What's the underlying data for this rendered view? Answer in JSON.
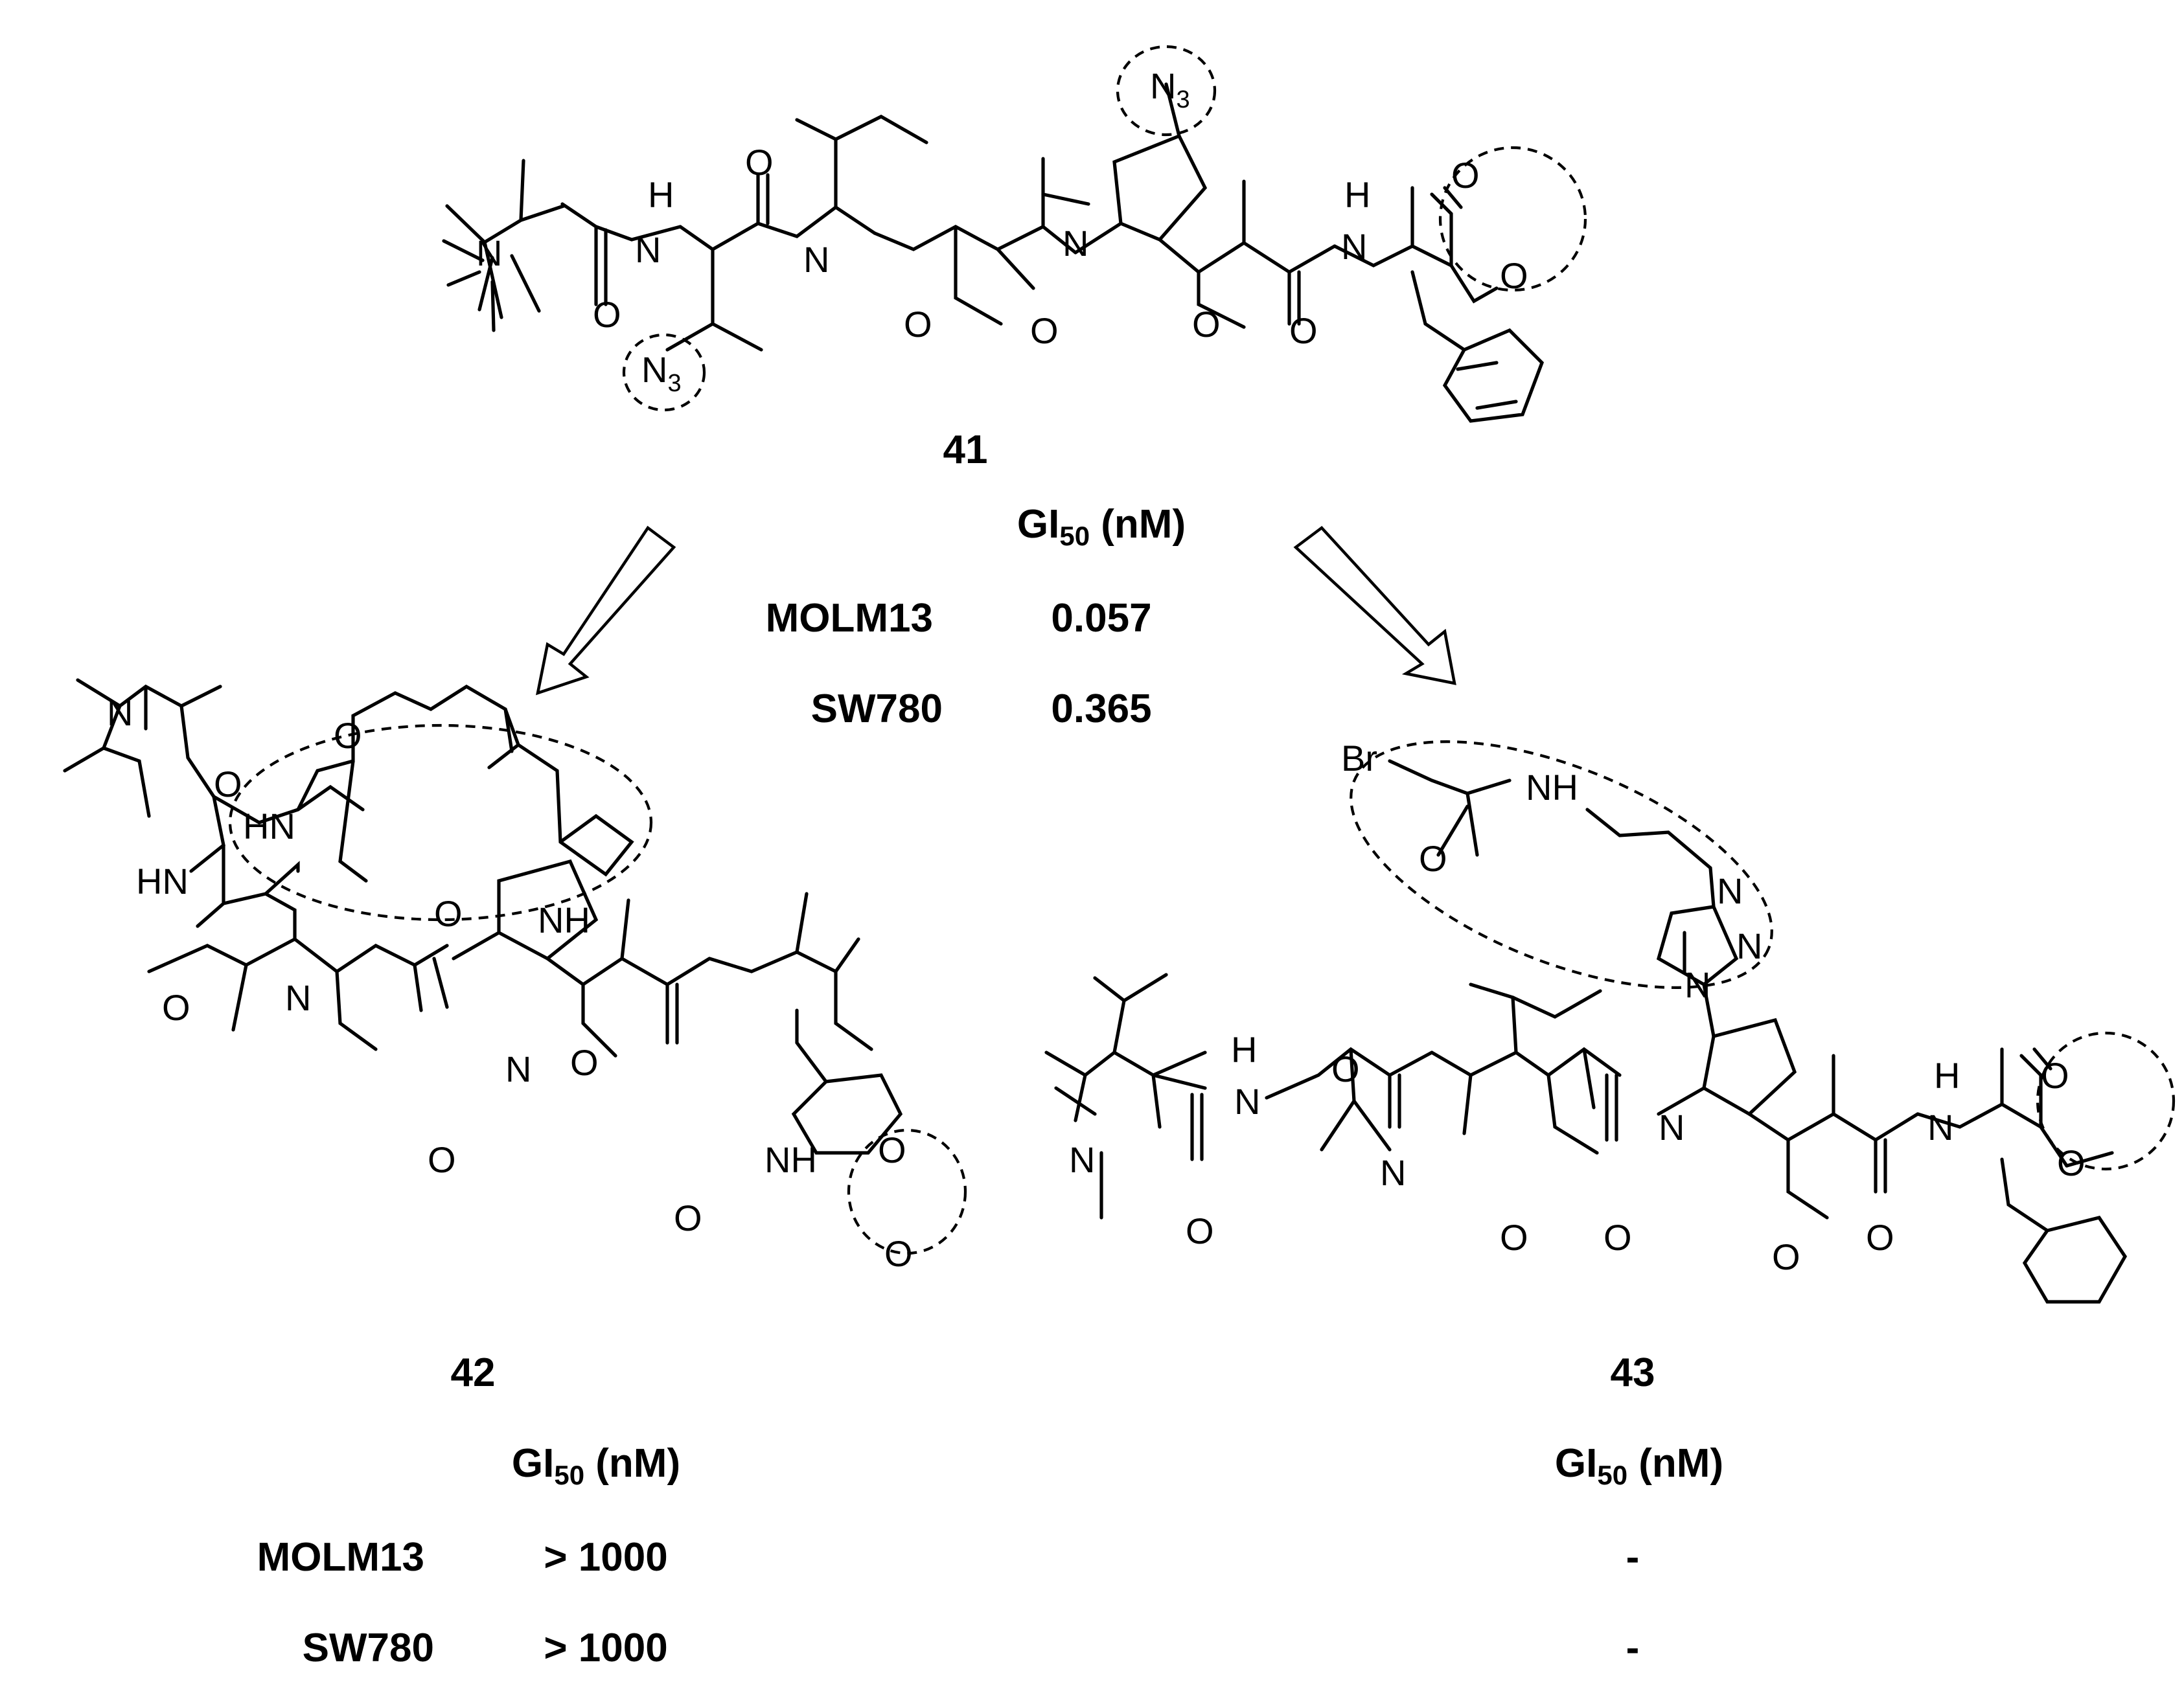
{
  "compounds": [
    {
      "id": "41",
      "gi50_header": {
        "main": "GI",
        "sub": "50",
        "unit": " (nM)"
      },
      "cell_lines": [
        {
          "name": "MOLM13",
          "value": "0.057"
        },
        {
          "name": "SW780",
          "value": "0.365"
        }
      ]
    },
    {
      "id": "42",
      "gi50_header": {
        "main": "GI",
        "sub": "50",
        "unit": " (nM)"
      },
      "cell_lines": [
        {
          "name": "MOLM13",
          "value": "> 1000"
        },
        {
          "name": "SW780",
          "value": "> 1000"
        }
      ]
    },
    {
      "id": "43",
      "gi50_header": {
        "main": "GI",
        "sub": "50",
        "unit": " (nM)"
      },
      "cell_lines": [
        {
          "value": "-"
        },
        {
          "value": "-"
        }
      ]
    }
  ],
  "atoms": {
    "N": "N",
    "O": "O",
    "H": "H",
    "HN": "HN",
    "NH": "NH",
    "Br": "Br",
    "N3_main": "N",
    "N3_sub": "3"
  }
}
